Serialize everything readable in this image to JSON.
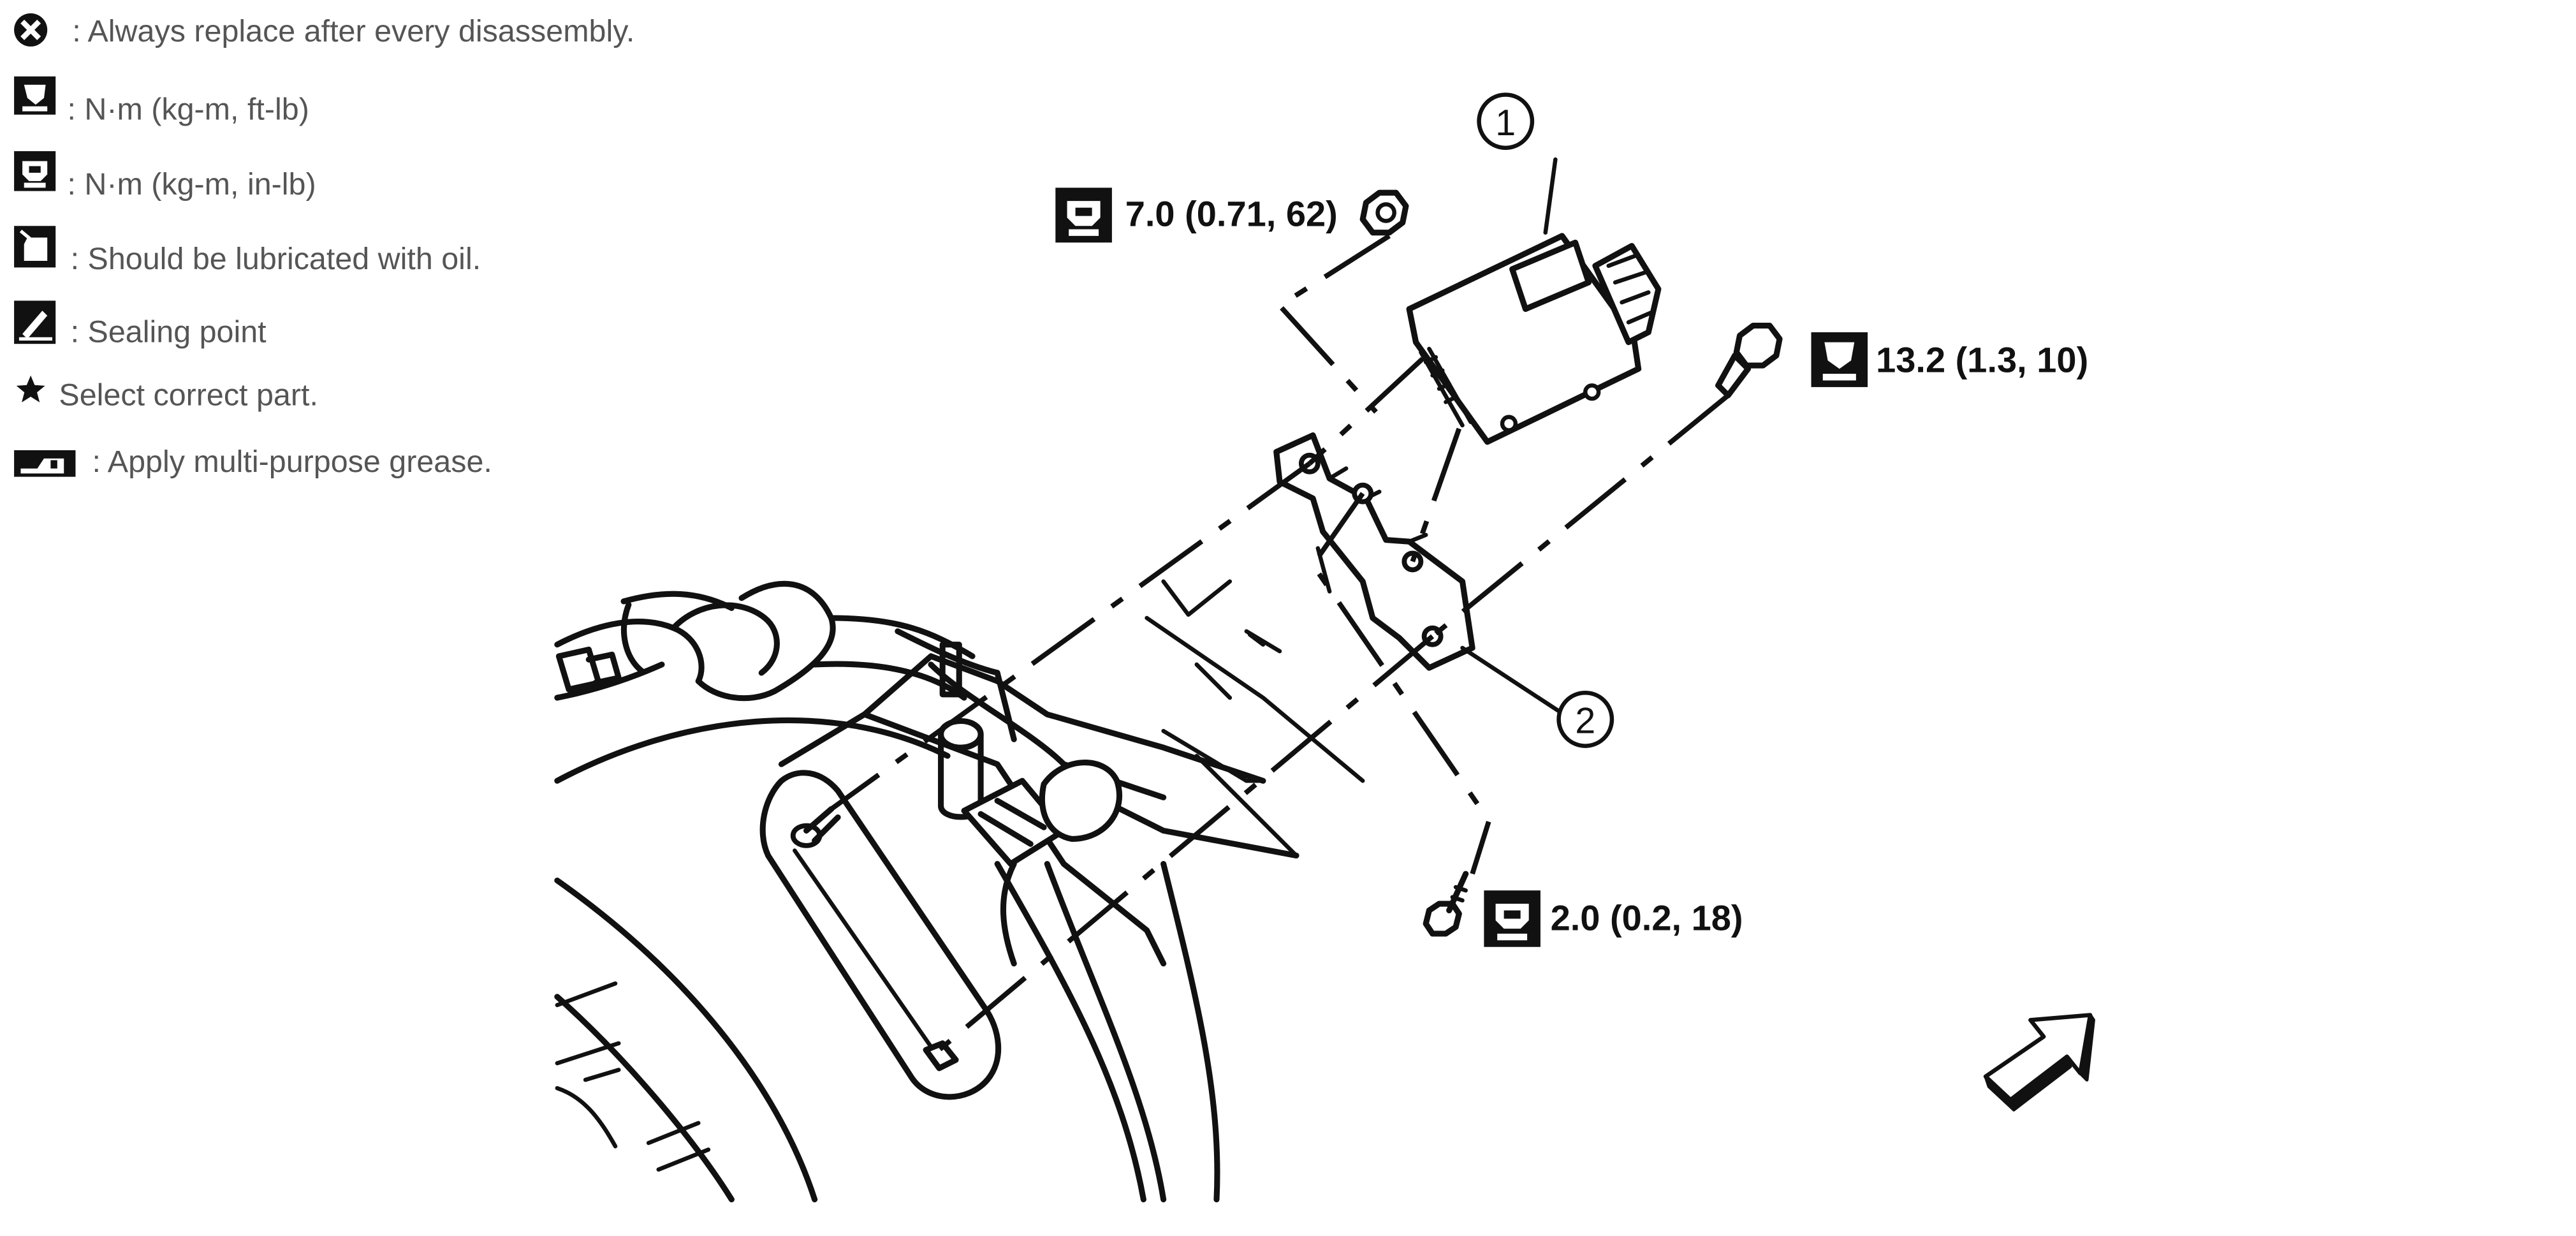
{
  "legend": {
    "items": [
      {
        "icon": "replace-x-icon",
        "text": ": Always replace after every disassembly."
      },
      {
        "icon": "torque-wrench-ftlb-icon",
        "text": ": N·m (kg-m, ft-lb)"
      },
      {
        "icon": "torque-wrench-inlb-icon",
        "text": ": N·m (kg-m, in-lb)"
      },
      {
        "icon": "oil-can-icon",
        "text": ": Should be lubricated with oil."
      },
      {
        "icon": "sealant-icon",
        "text": ": Sealing point"
      },
      {
        "icon": "star-icon",
        "text": "Select correct part."
      },
      {
        "icon": "grease-icon",
        "text": ": Apply multi-purpose grease."
      }
    ]
  },
  "callouts": {
    "part1": "1",
    "part2": "2",
    "torque_nut": "7.0 (0.71, 62)",
    "torque_bolt": "13.2 (1.3, 10)",
    "torque_screw": "2.0 (0.2, 18)"
  },
  "colors": {
    "line": "#111111",
    "legend_text": "#555555"
  }
}
